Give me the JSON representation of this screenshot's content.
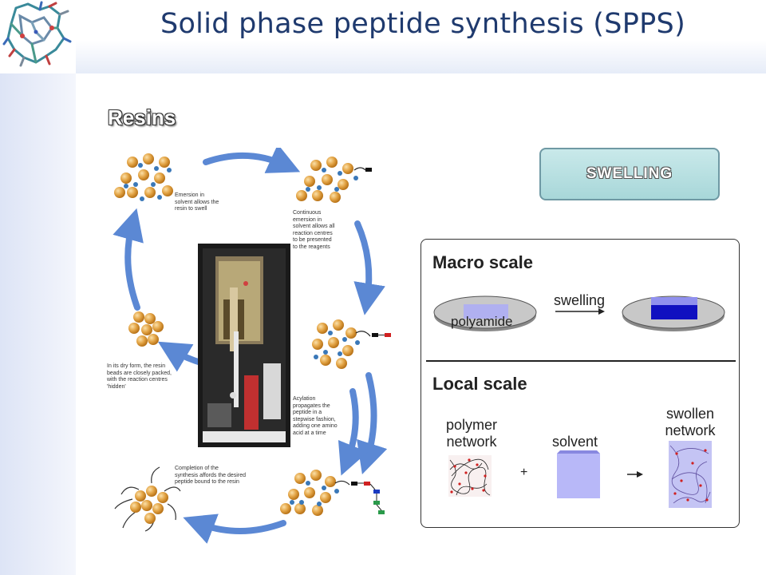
{
  "title": "Solid phase peptide synthesis (SPPS)",
  "section_heading": "Resins",
  "swelling_button": "SWELLING",
  "cycle": {
    "step1": [
      "Emersion in",
      "solvent allows the",
      "resin to swell"
    ],
    "step2": [
      "Continuous",
      "emersion in",
      "solvent allows all",
      "reaction centres",
      "to be presented",
      "to the reagents"
    ],
    "step3": [
      "Acylation",
      "propagates the",
      "peptide in a",
      "stepwise fashion,",
      "adding one amino",
      "acid at a time"
    ],
    "step4": [
      "Completion of the",
      "synthesis affords the desired",
      "peptide bound to the resin"
    ],
    "step5": [
      "In its dry form, the resin",
      "beads are closely packed,",
      "with the reaction centres",
      "'hidden'"
    ]
  },
  "panel": {
    "macro_heading": "Macro scale",
    "swelling_label": "swelling",
    "polyamide_label": "polyamide",
    "local_heading": "Local scale",
    "polymer_label_1": "polymer",
    "polymer_label_2": "network",
    "plus": "+",
    "solvent_label": "solvent",
    "swollen_label_1": "swollen",
    "swollen_label_2": "network"
  },
  "colors": {
    "title": "#1f3a6e",
    "arrow": "#5b88d4",
    "bead": "#e0a040",
    "node": "#3a78b8",
    "button_fill": "#b8e0e2",
    "button_border": "#6f99a4",
    "solvent": "#b8b8f8",
    "polymer_block": "#1010c0"
  }
}
